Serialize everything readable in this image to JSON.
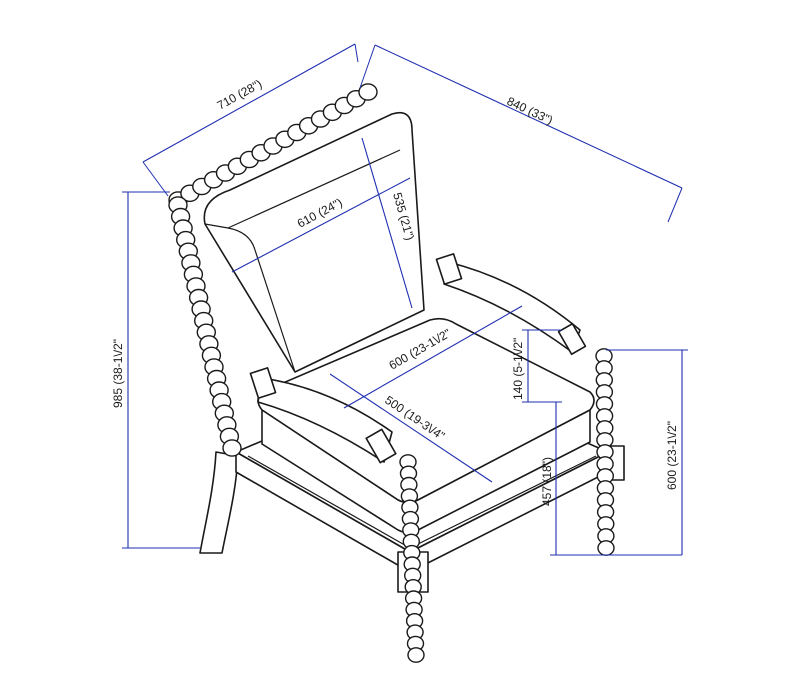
{
  "diagram": {
    "subject": "spindle-armchair-dimension-drawing",
    "line_color": "#1a1a1a",
    "dimension_color": "#1f2fb0",
    "dimensions": {
      "overall_width": "710 (28\")",
      "overall_depth": "840 (33\")",
      "overall_height": "985 (38-1\\/2\"",
      "back_cushion_width": "610 (24\")",
      "back_cushion_height": "535 (21\")",
      "seat_width": "600 (23-1\\/2\"",
      "seat_depth": "500 (19-3\\/4\"",
      "arm_above_seat": "140 (5-1\\/2\"",
      "seat_height": "457 (18\")",
      "arm_height": "600 (23-1\\/2\""
    }
  }
}
